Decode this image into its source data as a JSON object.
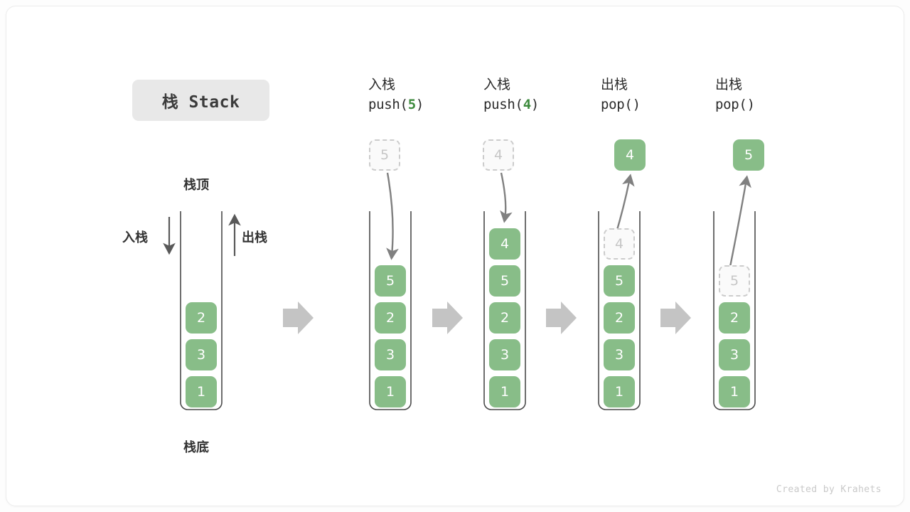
{
  "title": {
    "text": "栈 Stack"
  },
  "footer": {
    "text": "Created by Krahets"
  },
  "colors": {
    "node_fill": "#88bd88",
    "node_text": "#ffffff",
    "ghost_fill": "#fafafa",
    "ghost_border": "#cccccc",
    "ghost_text": "#c6c6c6",
    "accent_green": "#3c8a3c",
    "arrow_gray": "#808080",
    "step_arrow_gray": "#c4c4c4",
    "container_line": "#4a4a4a",
    "badge_bg": "#e8e8e8",
    "label_text": "#333333"
  },
  "annotations": {
    "top_label": "栈顶",
    "bottom_label": "栈底",
    "push_side_label": "入栈",
    "pop_side_label": "出栈"
  },
  "steps": [
    {
      "id": "initial",
      "op_cn": "",
      "op_code": "",
      "op_code_arg": "",
      "stack": [
        "2",
        "3",
        "1"
      ],
      "ghost": null,
      "external": null
    },
    {
      "id": "push-5",
      "op_cn": "入栈",
      "op_code_prefix": "push(",
      "op_code_arg": "5",
      "op_code_suffix": ")",
      "stack": [
        "5",
        "2",
        "3",
        "1"
      ],
      "ghost": {
        "value": "5",
        "position": "above"
      },
      "external": null
    },
    {
      "id": "push-4",
      "op_cn": "入栈",
      "op_code_prefix": "push(",
      "op_code_arg": "4",
      "op_code_suffix": ")",
      "stack": [
        "4",
        "5",
        "2",
        "3",
        "1"
      ],
      "ghost": {
        "value": "4",
        "position": "above"
      },
      "external": null
    },
    {
      "id": "pop-1",
      "op_cn": "出栈",
      "op_code_prefix": "pop(",
      "op_code_arg": "",
      "op_code_suffix": ")",
      "stack": [
        "5",
        "2",
        "3",
        "1"
      ],
      "ghost": {
        "value": "4",
        "position": "slot-0"
      },
      "external": {
        "value": "4"
      }
    },
    {
      "id": "pop-2",
      "op_cn": "出栈",
      "op_code_prefix": "pop(",
      "op_code_arg": "",
      "op_code_suffix": ")",
      "stack": [
        "2",
        "3",
        "1"
      ],
      "ghost": {
        "value": "5",
        "position": "slot-1"
      },
      "external": {
        "value": "5"
      }
    }
  ],
  "nodes": {
    "s0": [
      "2",
      "3",
      "1"
    ],
    "s1": [
      "5",
      "2",
      "3",
      "1"
    ],
    "s2": [
      "4",
      "5",
      "2",
      "3",
      "1"
    ],
    "s3": [
      "5",
      "2",
      "3",
      "1"
    ],
    "s4": [
      "2",
      "3",
      "1"
    ],
    "ghost1": "5",
    "ghost2": "4",
    "ghost3": "4",
    "ghost4": "5",
    "ext3": "4",
    "ext4": "5"
  }
}
